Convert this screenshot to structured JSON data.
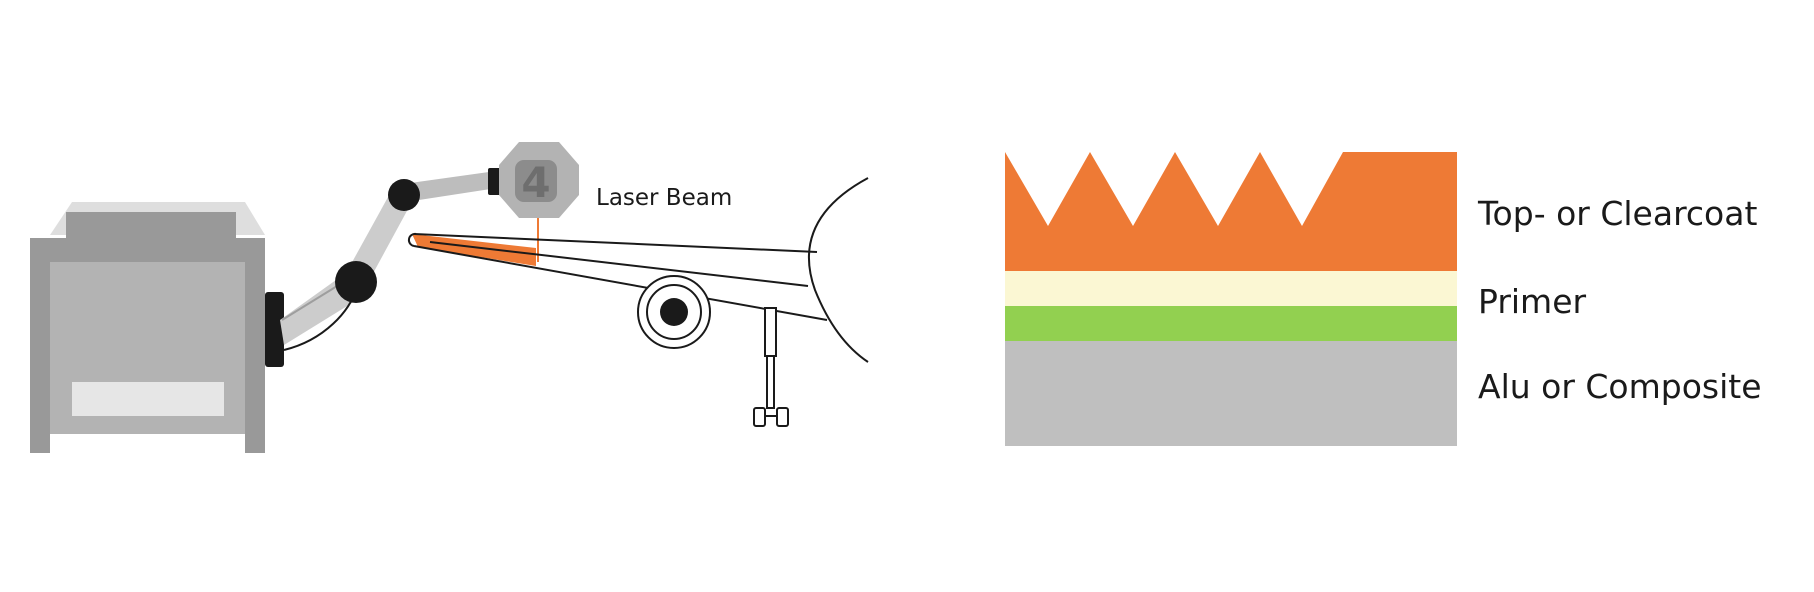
{
  "diagram": {
    "laser_label": "Laser Beam",
    "robot_head_number": "4",
    "layers": [
      {
        "label": "Top- or Clearcoat",
        "color": "#ee7a35"
      },
      {
        "label": "Primer",
        "color": "#fbf7d3"
      },
      {
        "label": "Alu or Composite",
        "color": "#bfbfbf"
      }
    ],
    "green_layer_color": "#92d050",
    "colors": {
      "machine_dark": "#999999",
      "machine_light": "#b3b3b3",
      "machine_top": "#dedede",
      "laser": "#ee7a35",
      "joint": "#1a1a1a"
    }
  }
}
